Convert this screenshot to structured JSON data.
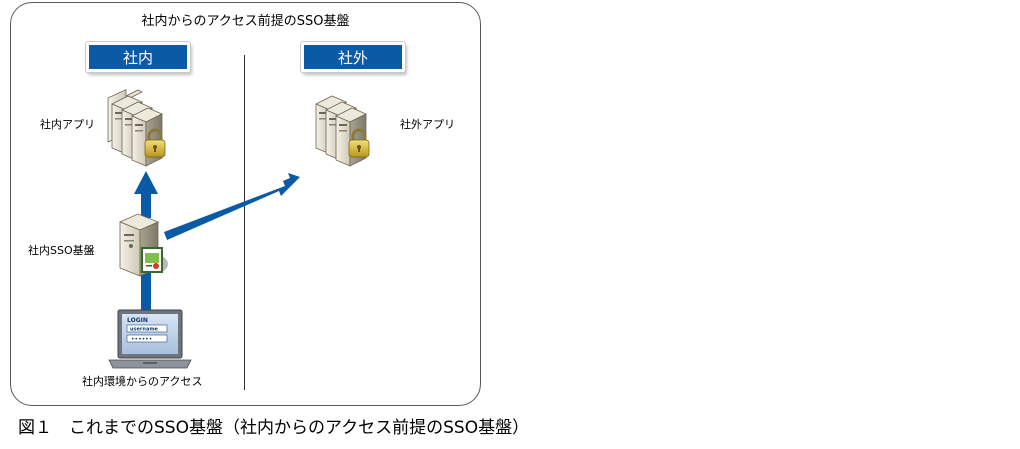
{
  "diagram": {
    "title": "社内からのアクセス前提のSSO基盤",
    "zones": {
      "inside": "社内",
      "outside": "社外"
    },
    "nodes": {
      "internal_app": "社内アプリ",
      "external_app": "社外アプリ",
      "sso": "社内SSO基盤",
      "access": "社内環境からのアクセス"
    },
    "login_screen": {
      "heading": "LOGIN",
      "username": "username",
      "password_mask": "••••••"
    }
  },
  "caption": "図１　これまでのSSO基盤（社内からのアクセス前提のSSO基盤）",
  "colors": {
    "zone_fill": "#0b5aa6",
    "arrow": "#0b5aa6",
    "frame": "#5a5a5a"
  }
}
